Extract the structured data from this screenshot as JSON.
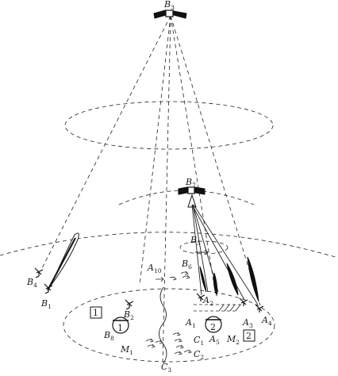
{
  "labels": {
    "B3": {
      "main": "B",
      "sub": "3"
    },
    "B7": {
      "main": "B",
      "sub": "7"
    },
    "B5": {
      "main": "B",
      "sub": "5"
    },
    "B6": {
      "main": "B",
      "sub": "6"
    },
    "A10": {
      "main": "A",
      "sub": "10"
    },
    "B4": {
      "main": "B",
      "sub": "4"
    },
    "B1": {
      "main": "B",
      "sub": "1"
    },
    "A2": {
      "main": "A",
      "sub": "2"
    },
    "A1": {
      "main": "A",
      "sub": "1"
    },
    "A3": {
      "main": "A",
      "sub": "3"
    },
    "A4": {
      "main": "A",
      "sub": "4"
    },
    "A5": {
      "main": "A",
      "sub": "5"
    },
    "B2": {
      "main": "B",
      "sub": "2"
    },
    "B8": {
      "main": "B",
      "sub": "8"
    },
    "M1": {
      "main": "M",
      "sub": "1"
    },
    "M2": {
      "main": "M",
      "sub": "2"
    },
    "C1": {
      "main": "C",
      "sub": "1"
    },
    "C2": {
      "main": "C",
      "sub": "2"
    },
    "C3": {
      "main": "C",
      "sub": "3"
    }
  },
  "boxes": {
    "box1": "1",
    "box2": "2"
  },
  "circles": {
    "circle1": "1",
    "circle2": "2"
  }
}
